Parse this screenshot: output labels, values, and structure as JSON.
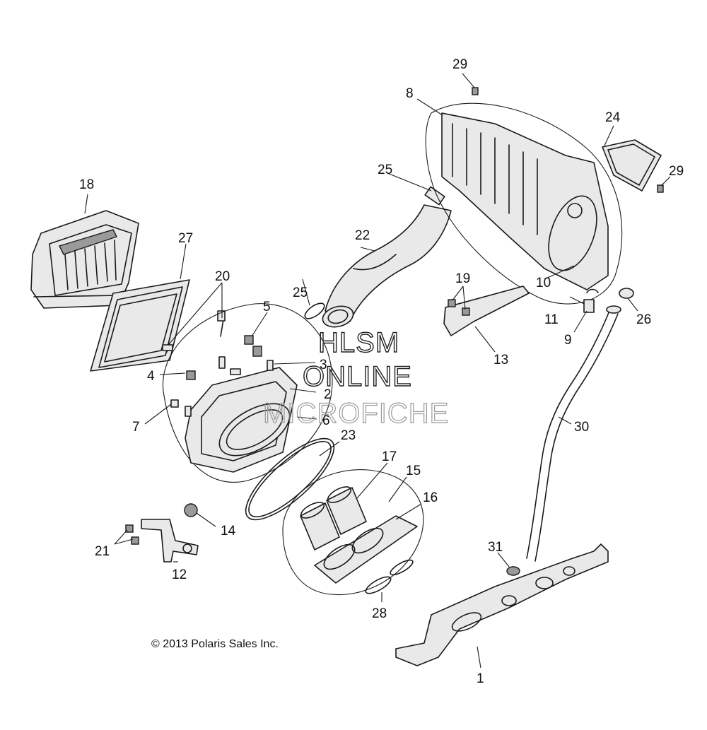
{
  "diagram": {
    "copyright": "© 2013 Polaris Sales Inc.",
    "watermark": {
      "line1": "HLSM",
      "line2": "ONLINE",
      "line3": "MICROFICHE"
    },
    "callouts": [
      {
        "id": "c1",
        "label": "1"
      },
      {
        "id": "c2",
        "label": "2"
      },
      {
        "id": "c3",
        "label": "3"
      },
      {
        "id": "c4",
        "label": "4"
      },
      {
        "id": "c5",
        "label": "5"
      },
      {
        "id": "c6",
        "label": "6"
      },
      {
        "id": "c7",
        "label": "7"
      },
      {
        "id": "c8",
        "label": "8"
      },
      {
        "id": "c9",
        "label": "9"
      },
      {
        "id": "c10",
        "label": "10"
      },
      {
        "id": "c11",
        "label": "11"
      },
      {
        "id": "c12",
        "label": "12"
      },
      {
        "id": "c13",
        "label": "13"
      },
      {
        "id": "c14",
        "label": "14"
      },
      {
        "id": "c15",
        "label": "15"
      },
      {
        "id": "c16",
        "label": "16"
      },
      {
        "id": "c17",
        "label": "17"
      },
      {
        "id": "c18",
        "label": "18"
      },
      {
        "id": "c19",
        "label": "19"
      },
      {
        "id": "c20",
        "label": "20"
      },
      {
        "id": "c21",
        "label": "21"
      },
      {
        "id": "c22",
        "label": "22"
      },
      {
        "id": "c23",
        "label": "23"
      },
      {
        "id": "c24",
        "label": "24"
      },
      {
        "id": "c25a",
        "label": "25"
      },
      {
        "id": "c25b",
        "label": "25"
      },
      {
        "id": "c26",
        "label": "26"
      },
      {
        "id": "c27",
        "label": "27"
      },
      {
        "id": "c28",
        "label": "28"
      },
      {
        "id": "c29a",
        "label": "29"
      },
      {
        "id": "c29b",
        "label": "29"
      },
      {
        "id": "c30",
        "label": "30"
      },
      {
        "id": "c31",
        "label": "31"
      }
    ]
  }
}
